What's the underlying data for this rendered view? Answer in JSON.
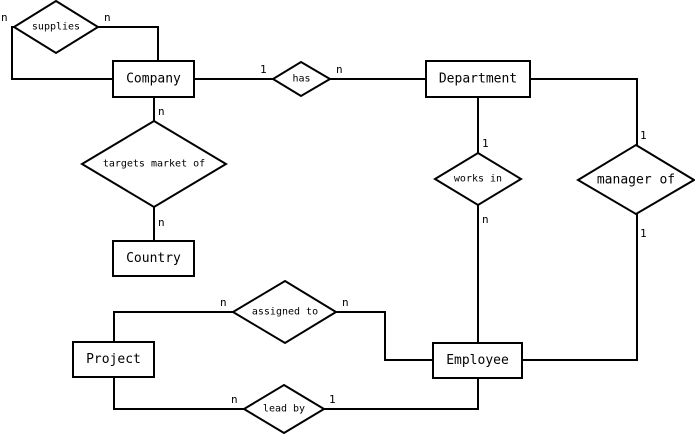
{
  "entities": {
    "company": "Company",
    "department": "Department",
    "country": "Country",
    "project": "Project",
    "employee": "Employee"
  },
  "relationships": {
    "supplies": "supplies",
    "has": "has",
    "targets_market_of": "targets market of",
    "works_in": "works in",
    "manager_of": "manager of",
    "assigned_to": "assigned to",
    "lead_by": "lead by"
  },
  "cardinalities": {
    "supplies_left": "n",
    "supplies_right": "n",
    "has_company": "1",
    "has_department": "n",
    "targets_company": "n",
    "targets_country": "n",
    "works_in_department": "1",
    "works_in_employee": "n",
    "manager_of_department": "1",
    "manager_of_employee": "1",
    "assigned_to_project": "n",
    "assigned_to_employee": "n",
    "lead_by_project": "n",
    "lead_by_employee": "1"
  }
}
